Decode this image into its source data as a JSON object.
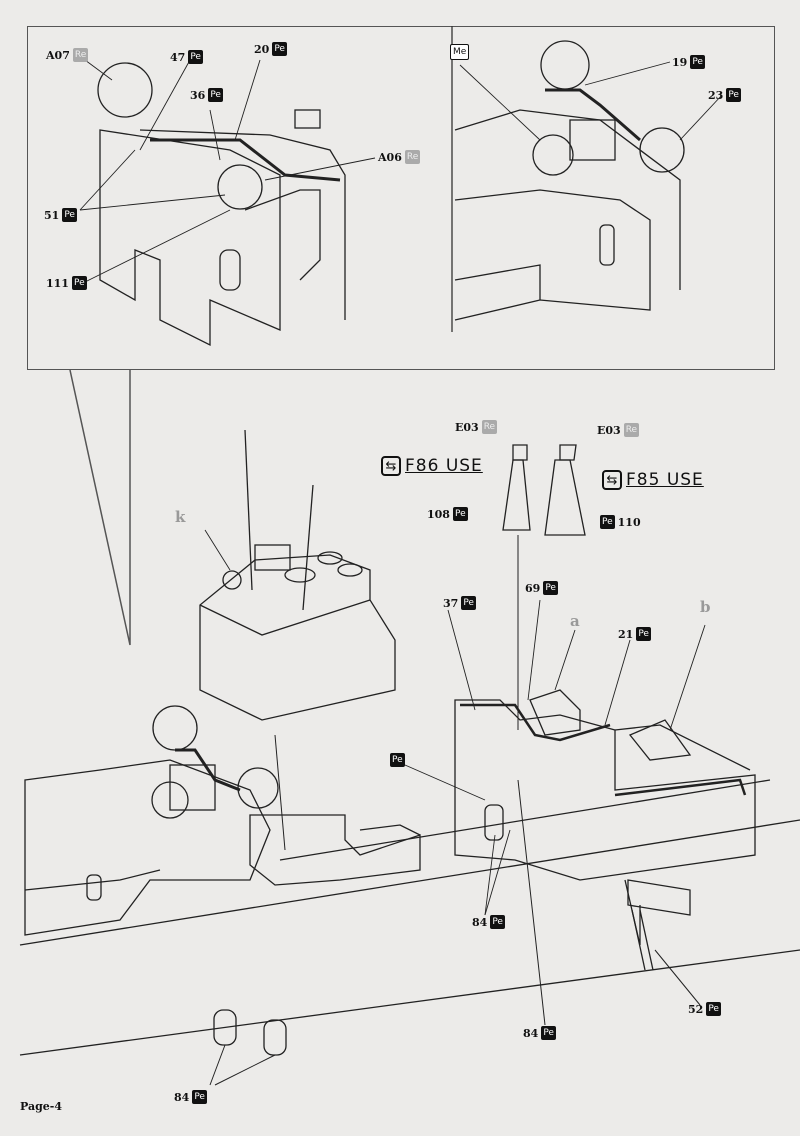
{
  "page_label": "Page-4",
  "badges": {
    "pe": "Pe",
    "re": "Re",
    "me": "Me"
  },
  "inset_left_callouts": [
    {
      "num": "A07",
      "type": "Re"
    },
    {
      "num": "47",
      "type": "Pe"
    },
    {
      "num": "20",
      "type": "Pe"
    },
    {
      "num": "36",
      "type": "Pe"
    },
    {
      "num": "A06",
      "type": "Re"
    },
    {
      "num": "51",
      "type": "Pe"
    },
    {
      "num": "111",
      "type": "Pe"
    }
  ],
  "inset_right_callouts": [
    {
      "num": "",
      "type": "Me"
    },
    {
      "num": "19",
      "type": "Pe"
    },
    {
      "num": "23",
      "type": "Pe"
    }
  ],
  "mast_callouts": {
    "left_top": {
      "num": "E03",
      "type": "Re"
    },
    "right_top": {
      "num": "E03",
      "type": "Re"
    },
    "left_bottom": {
      "num": "108",
      "type": "Pe"
    },
    "right_bottom": {
      "num": "110",
      "type": "Pe"
    },
    "left_use": "F86  USE",
    "right_use": "F85  USE",
    "swap_icon": "⇆"
  },
  "main_callouts": [
    {
      "num": "37",
      "type": "Pe"
    },
    {
      "num": "69",
      "type": "Pe"
    },
    {
      "num": "21",
      "type": "Pe"
    },
    {
      "num": "",
      "type": "Pe"
    },
    {
      "num": "84",
      "type": "Pe"
    },
    {
      "num": "84",
      "type": "Pe"
    },
    {
      "num": "52",
      "type": "Pe"
    },
    {
      "num": "84",
      "type": "Pe"
    }
  ],
  "letters": {
    "k": "k",
    "a": "a",
    "b": "b"
  }
}
